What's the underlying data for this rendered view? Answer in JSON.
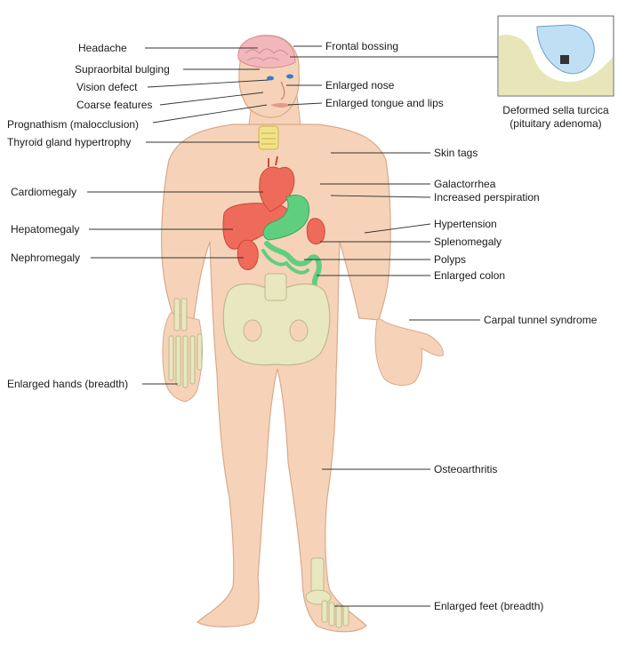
{
  "labels": {
    "headache": "Headache",
    "supraorbital_bulging": "Supraorbital bulging",
    "vision_defect": "Vision defect",
    "coarse_features": "Coarse features",
    "prognathism": "Prognathism (malocclusion)",
    "thyroid": "Thyroid gland hypertrophy",
    "cardiomegaly": "Cardiomegaly",
    "hepatomegaly": "Hepatomegaly",
    "nephromegaly": "Nephromegaly",
    "enlarged_hands": "Enlarged hands (breadth)",
    "frontal_bossing": "Frontal bossing",
    "enlarged_nose": "Enlarged nose",
    "enlarged_tongue": "Enlarged tongue and lips",
    "skin_tags": "Skin tags",
    "galactorrhea": "Galactorrhea",
    "increased_perspiration": "Increased perspiration",
    "hypertension": "Hypertension",
    "splenomegaly": "Splenomegaly",
    "polyps": "Polyps",
    "enlarged_colon": "Enlarged colon",
    "carpal_tunnel": "Carpal tunnel syndrome",
    "osteoarthritis": "Osteoarthritis",
    "enlarged_feet": "Enlarged feet (breadth)"
  },
  "inset": {
    "line1": "Deformed sella turcica",
    "line2": "(pituitary adenoma)"
  },
  "colors": {
    "skin": "#f6d3b8",
    "skin_outline": "#d9a98a",
    "heart_liver": "#ee6a5a",
    "gut": "#5fcf7f",
    "bone": "#e9e7bf",
    "brain": "#f2b7bd",
    "thyroid": "#f1e28a"
  }
}
